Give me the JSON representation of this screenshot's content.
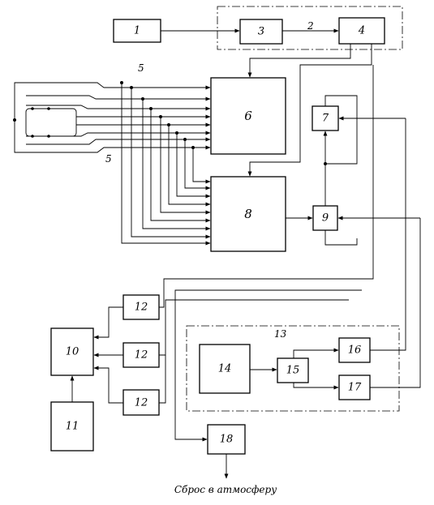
{
  "diagram": {
    "boxes": {
      "b1": "1",
      "b3": "3",
      "b4": "4",
      "b6": "6",
      "b7": "7",
      "b8": "8",
      "b9": "9",
      "b10": "10",
      "b11": "11",
      "b12a": "12",
      "b12b": "12",
      "b12c": "12",
      "b14": "14",
      "b15": "15",
      "b16": "16",
      "b17": "17",
      "b18": "18"
    },
    "tags": {
      "group2": "2",
      "bus5_top": "5",
      "bus5_bottom": "5",
      "group13": "13"
    },
    "caption": "Сброс в атмосферу"
  }
}
